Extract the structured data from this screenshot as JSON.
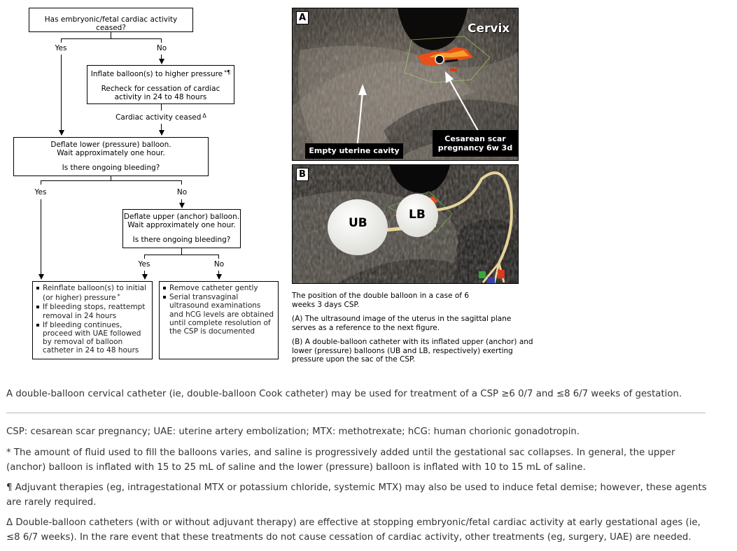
{
  "flowchart": {
    "q1": "Has embryonic/fetal cardiac activity ceased?",
    "q1_yes": "Yes",
    "q1_no": "No",
    "inflate": {
      "line1": "Inflate balloon(s) to higher pressure",
      "line1_marks": "*¶",
      "line2": "Recheck for cessation of cardiac activity in 24 to 48 hours"
    },
    "ceased": "Cardiac activity ceased",
    "ceased_mark": "Δ",
    "deflate_lower": {
      "line1": "Deflate lower (pressure) balloon.",
      "line2": "Wait approximately one hour.",
      "question": "Is there ongoing bleeding?"
    },
    "q2_yes": "Yes",
    "q2_no": "No",
    "deflate_upper": {
      "line1": "Deflate upper (anchor) balloon.",
      "line2": "Wait approximately one hour.",
      "question": "Is there ongoing bleeding?"
    },
    "q3_yes": "Yes",
    "q3_no": "No",
    "bleeding_actions": [
      {
        "text": "Reinflate balloon(s) to initial (or higher) pressure",
        "mark": "*"
      },
      {
        "text": "If bleeding stops, reattempt removal in 24 hours",
        "mark": ""
      },
      {
        "text": "If bleeding continues, proceed with UAE followed by removal of balloon catheter in 24 to 48 hours",
        "mark": ""
      }
    ],
    "no_bleeding_actions": [
      {
        "text": "Remove catheter gently"
      },
      {
        "text": "Serial transvaginal ultrasound examinations and hCG levels are obtained until complete resolution of the CSP is documented"
      }
    ]
  },
  "figure": {
    "panel_a": {
      "tag": "A",
      "cervix_label": "Cervix",
      "empty_cavity_label": "Empty uterine cavity",
      "csp_label_line1": "Cesarean scar",
      "csp_label_line2": "pregnancy 6w 3d"
    },
    "panel_b": {
      "tag": "B",
      "ub_label": "UB",
      "lb_label": "LB"
    },
    "caption": {
      "p1": "The position of the double balloon in a case of 6 weeks 3 days CSP.",
      "p2": "(A) The ultrasound image of the uterus in the sagittal plane serves as a reference to the next figure.",
      "p3": "(B) A double-balloon catheter with its inflated upper (anchor) and lower (pressure) balloons (UB and LB, respectively) exerting pressure upon the sac of the CSP."
    }
  },
  "text": {
    "summary": "A double-balloon cervical catheter (ie, double-balloon Cook catheter) may be used for treatment of a CSP ≥6 0/7 and ≤8 6/7 weeks of gestation.",
    "abbreviations": "CSP: cesarean scar pregnancy; UAE: uterine artery embolization; MTX: methotrexate; hCG: human chorionic gonadotropin.",
    "footnote_star": "* The amount of fluid used to fill the balloons varies, and saline is progressively added until the gestational sac collapses. In general, the upper (anchor) balloon is inflated with 15 to 25 mL of saline and the lower (pressure) balloon is inflated with 10 to 15 mL of saline.",
    "footnote_pilcrow": "¶ Adjuvant therapies (eg, intragestational MTX or potassium chloride, systemic MTX) may also be used to induce fetal demise; however, these agents are rarely required.",
    "footnote_delta": "Δ Double-balloon catheters (with or without adjuvant therapy) are effective at stopping embryonic/fetal cardiac activity at early gestational ages (ie, ≤8 6/7 weeks). In the rare event that these treatments do not cause cessation of cardiac activity, other treatments (eg, surgery, UAE) are needed."
  },
  "colors": {
    "body_text": "#333333",
    "divider": "#bbbbbb",
    "doppler": "#e8501a"
  }
}
